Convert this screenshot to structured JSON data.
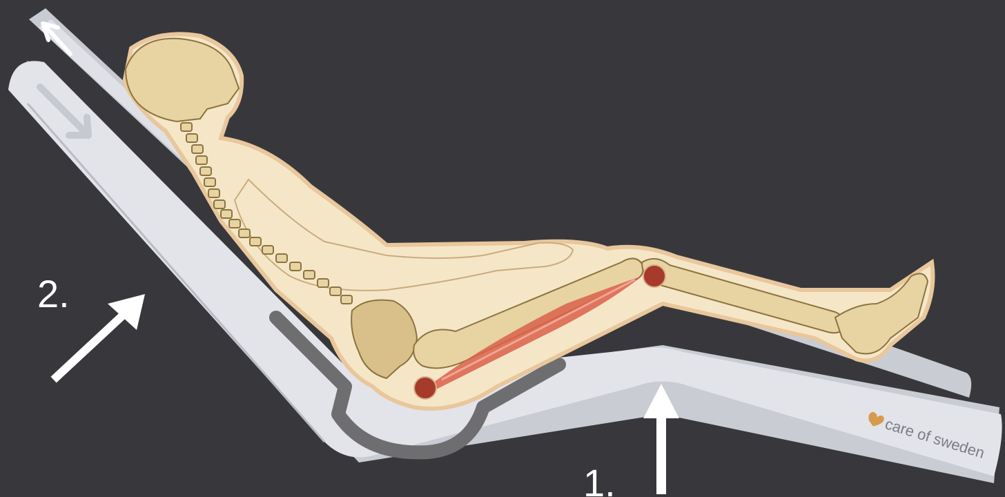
{
  "steps": [
    {
      "label": "2.",
      "description_arrow": "diagonal-up-right"
    },
    {
      "label": "1.",
      "description_arrow": "up"
    }
  ],
  "brand": {
    "name": "care of sweden",
    "logo_icon": "heart-swirl-icon"
  },
  "colors": {
    "background": "#38383c",
    "mattress_top": "#e2e4e9",
    "mattress_side": "#c9ccd3",
    "frame": "#6e6e70",
    "skin": "#f6e6c8",
    "skin_outline": "#e9c79c",
    "bone": "#e8d3a2",
    "bone_outline": "#8a7340",
    "muscle": "#d9604a",
    "joint_marker": "#a63a2b",
    "arrow": "#ffffff"
  }
}
